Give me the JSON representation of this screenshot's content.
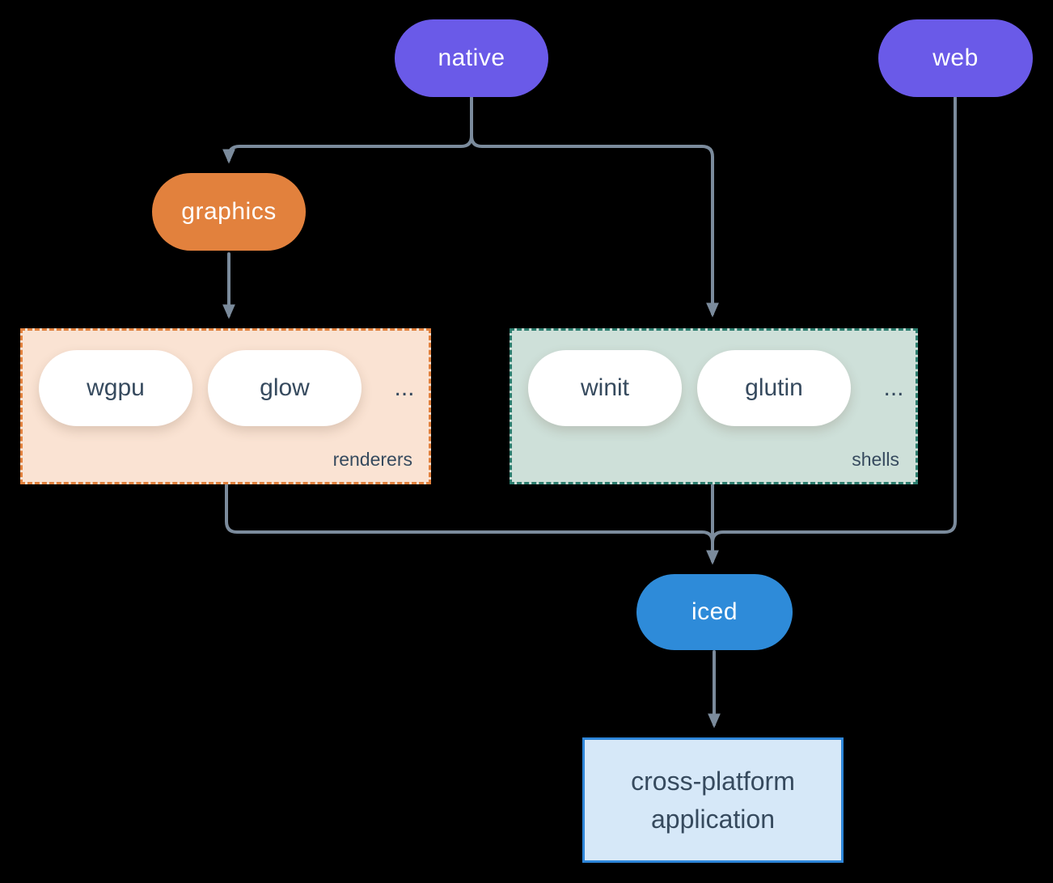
{
  "diagram": {
    "background": "#000000",
    "connector_color": "#7b8b9c",
    "nodes": {
      "native": {
        "label": "native",
        "fill": "#6a5ae8",
        "text_color": "#ffffff"
      },
      "web": {
        "label": "web",
        "fill": "#6a5ae8",
        "text_color": "#ffffff"
      },
      "graphics": {
        "label": "graphics",
        "fill": "#e2813d",
        "text_color": "#ffffff"
      },
      "iced": {
        "label": "iced",
        "fill": "#2e8bd9",
        "text_color": "#ffffff"
      },
      "application": {
        "line1": "cross-platform",
        "line2": "application",
        "fill": "#d6e8f8",
        "border": "#2e86d9",
        "text_color": "#364a5e"
      }
    },
    "groups": {
      "renderers": {
        "label": "renderers",
        "fill": "#fae3d3",
        "border": "#e2813d",
        "items": [
          "wgpu",
          "glow"
        ],
        "ellipsis": "...",
        "item_text_color": "#364a5e"
      },
      "shells": {
        "label": "shells",
        "fill": "#cee0d9",
        "border": "#2c7d6e",
        "items": [
          "winit",
          "glutin"
        ],
        "ellipsis": "...",
        "item_text_color": "#364a5e"
      }
    },
    "edges": [
      {
        "from": "native",
        "to": "graphics"
      },
      {
        "from": "native",
        "to": "shells"
      },
      {
        "from": "graphics",
        "to": "renderers"
      },
      {
        "from": "renderers",
        "to": "iced"
      },
      {
        "from": "shells",
        "to": "iced"
      },
      {
        "from": "web",
        "to": "iced"
      },
      {
        "from": "iced",
        "to": "application"
      }
    ]
  }
}
